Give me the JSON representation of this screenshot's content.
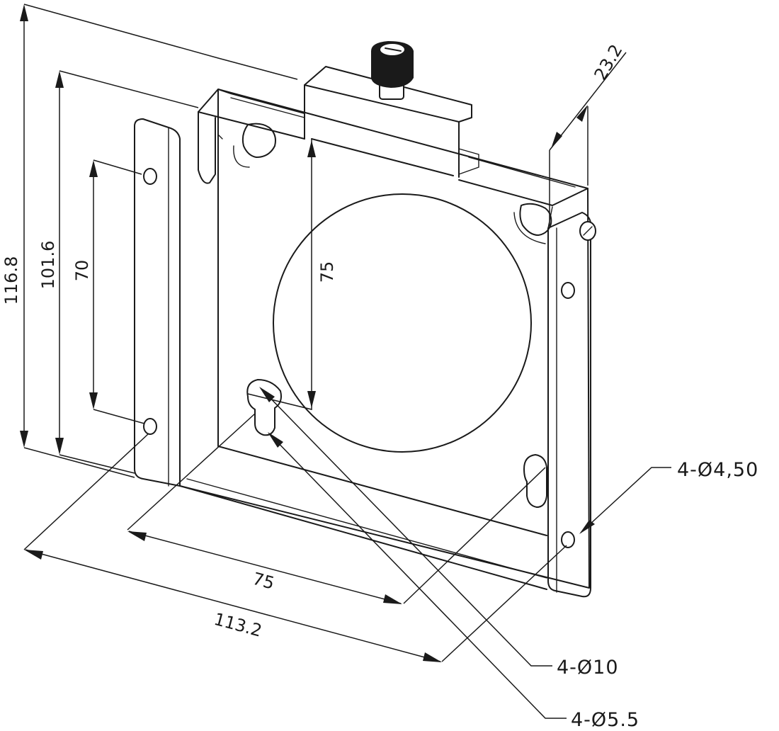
{
  "dimensions": {
    "height_total": "116.8",
    "height_mid": "101.6",
    "hole_pitch_vertical": "70",
    "vesa_vertical": "75",
    "depth": "23.2",
    "vesa_horizontal": "75",
    "width_total": "113.2"
  },
  "callouts": {
    "side_hole": "4-Ø4,50",
    "keyhole_large": "4-Ø10",
    "keyhole_small": "4-Ø5.5"
  },
  "colors": {
    "line": "#1a1a1a",
    "background": "#ffffff"
  }
}
